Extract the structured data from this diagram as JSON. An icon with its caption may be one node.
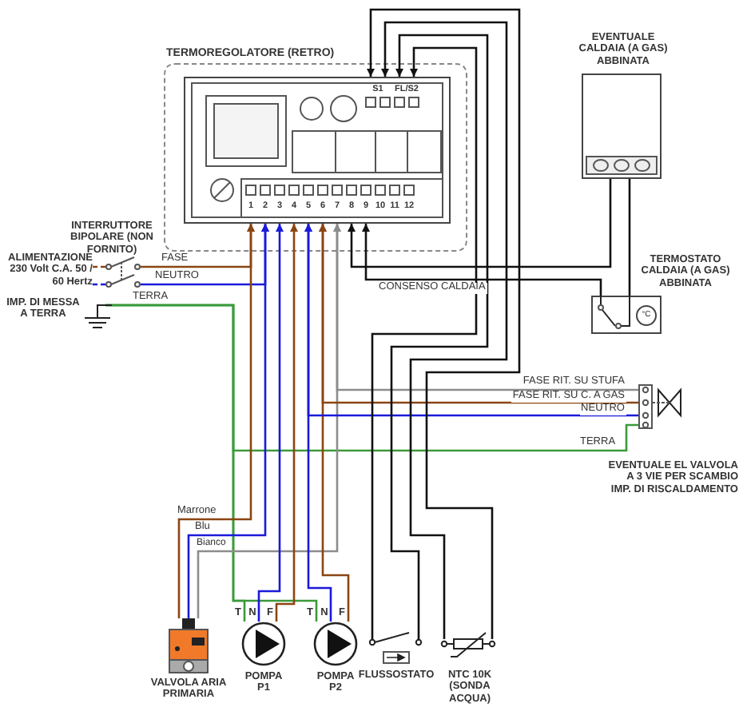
{
  "diagram": {
    "nodes": [
      {
        "text": [
          "TERMOREGOLATORE (RETRO)"
        ]
      },
      {
        "text": [
          "INTERRUTTORE BIPOLARE (NON FORNITO)"
        ]
      },
      {
        "text": [
          "ALIMENTAZIONE 230 Volt C.A. 50 / 60 Hertz"
        ]
      },
      {
        "text": [
          "IMP. DI MESSA A TERRA"
        ]
      },
      {
        "text": [
          "EVENTUALE CALDAIA (A GAS) ABBINATA"
        ]
      },
      {
        "text": [
          "TERMOSTATO CALDAIA (A GAS) ABBINATA",
          "°C"
        ]
      },
      {
        "text": [
          "EVENTUALE EL VALVOLA A 3 VIE PER SCAMBIO IMP. DI RISCALDAMENTO"
        ]
      },
      {
        "text": [
          "VALVOLA ARIA PRIMARIA"
        ]
      },
      {
        "text": [
          "POMPA P1"
        ]
      },
      {
        "text": [
          "POMPA P2"
        ]
      },
      {
        "text": [
          "FLUSSOSTATO"
        ]
      },
      {
        "text": [
          "NTC 10K (SONDA ACQUA)"
        ]
      }
    ],
    "edges": [
      {
        "from": 2,
        "to": 1,
        "arrow": "none",
        "style": "dashed",
        "color": "#8b4513"
      },
      {
        "from": 2,
        "to": 1,
        "arrow": "none",
        "style": "dashed",
        "color": "#1a1adb"
      },
      {
        "from": 1,
        "to": 0,
        "arrow": "to",
        "label": "FASE",
        "color": "#8b4513"
      },
      {
        "from": 1,
        "to": 0,
        "arrow": "to",
        "label": "NEUTRO",
        "color": "#1a1adb"
      },
      {
        "from": 3,
        "to": 8,
        "arrow": "none",
        "label": "TERRA",
        "color": "#3a9a3a"
      },
      {
        "from": 3,
        "to": 9,
        "arrow": "none",
        "color": "#3a9a3a"
      },
      {
        "from": 3,
        "to": 6,
        "arrow": "none",
        "label": "TERRA",
        "color": "#3a9a3a"
      },
      {
        "from": 7,
        "to": 0,
        "arrow": "to",
        "label": "Marrone",
        "color": "#8b4513"
      },
      {
        "from": 7,
        "to": 0,
        "arrow": "to",
        "label": "Blu",
        "color": "#1a1adb"
      },
      {
        "from": 7,
        "to": 0,
        "arrow": "to",
        "label": "Bianco",
        "color": "#8c8c8c"
      },
      {
        "from": 8,
        "to": 0,
        "arrow": "to",
        "color": "#1a1adb"
      },
      {
        "from": 8,
        "to": 0,
        "arrow": "to",
        "color": "#8b4513"
      },
      {
        "from": 9,
        "to": 0,
        "arrow": "to",
        "color": "#1a1adb"
      },
      {
        "from": 9,
        "to": 0,
        "arrow": "to",
        "color": "#8b4513"
      },
      {
        "from": 6,
        "to": 0,
        "arrow": "to",
        "label": "FASE RIT. SU STUFA",
        "color": "#8c8c8c"
      },
      {
        "from": 6,
        "to": 0,
        "arrow": "to",
        "label": "FASE RIT. SU C. A GAS",
        "color": "#8b4513"
      },
      {
        "from": 6,
        "to": 0,
        "arrow": "to",
        "label": "NEUTRO",
        "color": "#1a1adb"
      },
      {
        "from": 4,
        "to": 0,
        "arrow": "to",
        "label": "CONSENSO CALDAIA"
      },
      {
        "from": 5,
        "to": 0,
        "arrow": "to"
      },
      {
        "from": 5,
        "to": 4,
        "arrow": "none"
      },
      {
        "from": 10,
        "to": 0,
        "arrow": "to"
      },
      {
        "from": 10,
        "to": 0,
        "arrow": "to"
      },
      {
        "from": 11,
        "to": 0,
        "arrow": "to"
      },
      {
        "from": 11,
        "to": 0,
        "arrow": "to"
      }
    ],
    "labels": [
      "S1",
      "FL/S2",
      "1",
      "2",
      "3",
      "4",
      "5",
      "6",
      "7",
      "8",
      "9",
      "10",
      "11",
      "12",
      "T",
      "N",
      "F",
      "T",
      "N",
      "F"
    ]
  }
}
